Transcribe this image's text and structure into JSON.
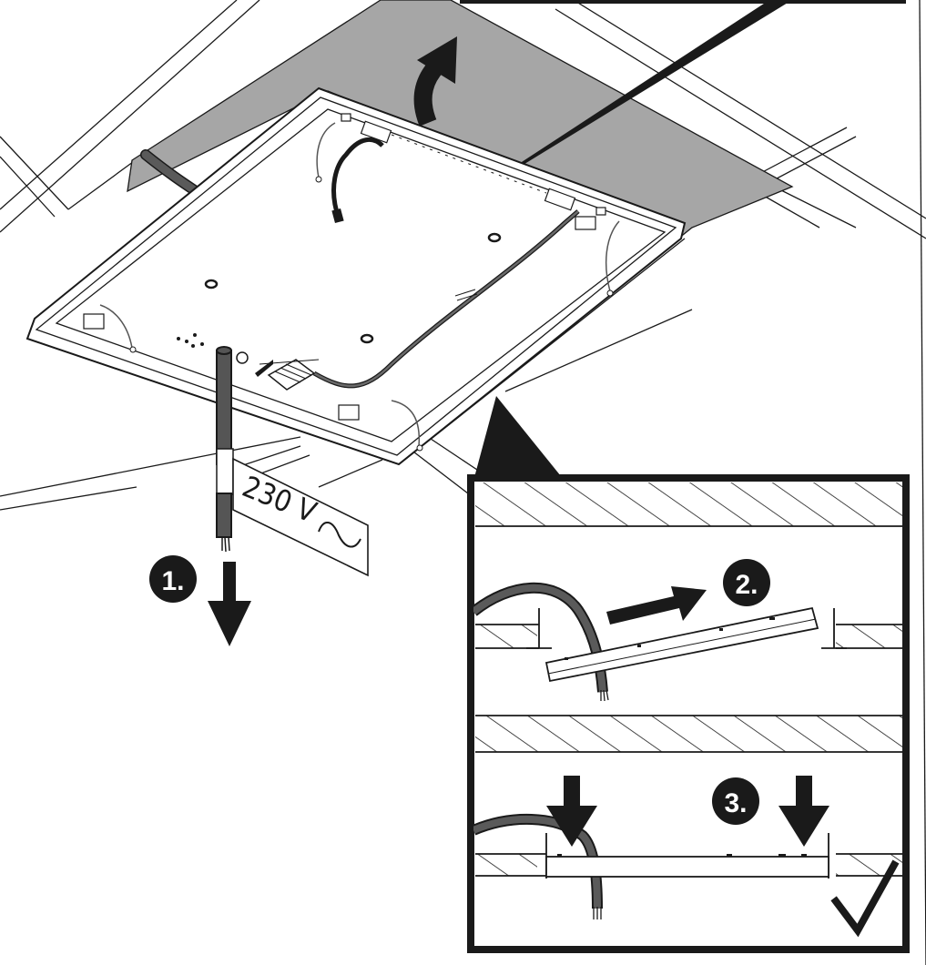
{
  "steps": [
    {
      "number": "1."
    },
    {
      "number": "2."
    },
    {
      "number": "3."
    }
  ],
  "cable_label": {
    "text": "230 V",
    "symbol": "~"
  },
  "colors": {
    "ceiling_void": "#a6a6a6",
    "cable": "#5a5a5a",
    "panel_fill": "#ffffff",
    "line": "#1a1a1a",
    "step_badge": "#1a1a1a"
  },
  "icons": [
    "arrow-down-icon",
    "arrow-up-icon",
    "arrow-right-icon",
    "checkmark-icon"
  ]
}
